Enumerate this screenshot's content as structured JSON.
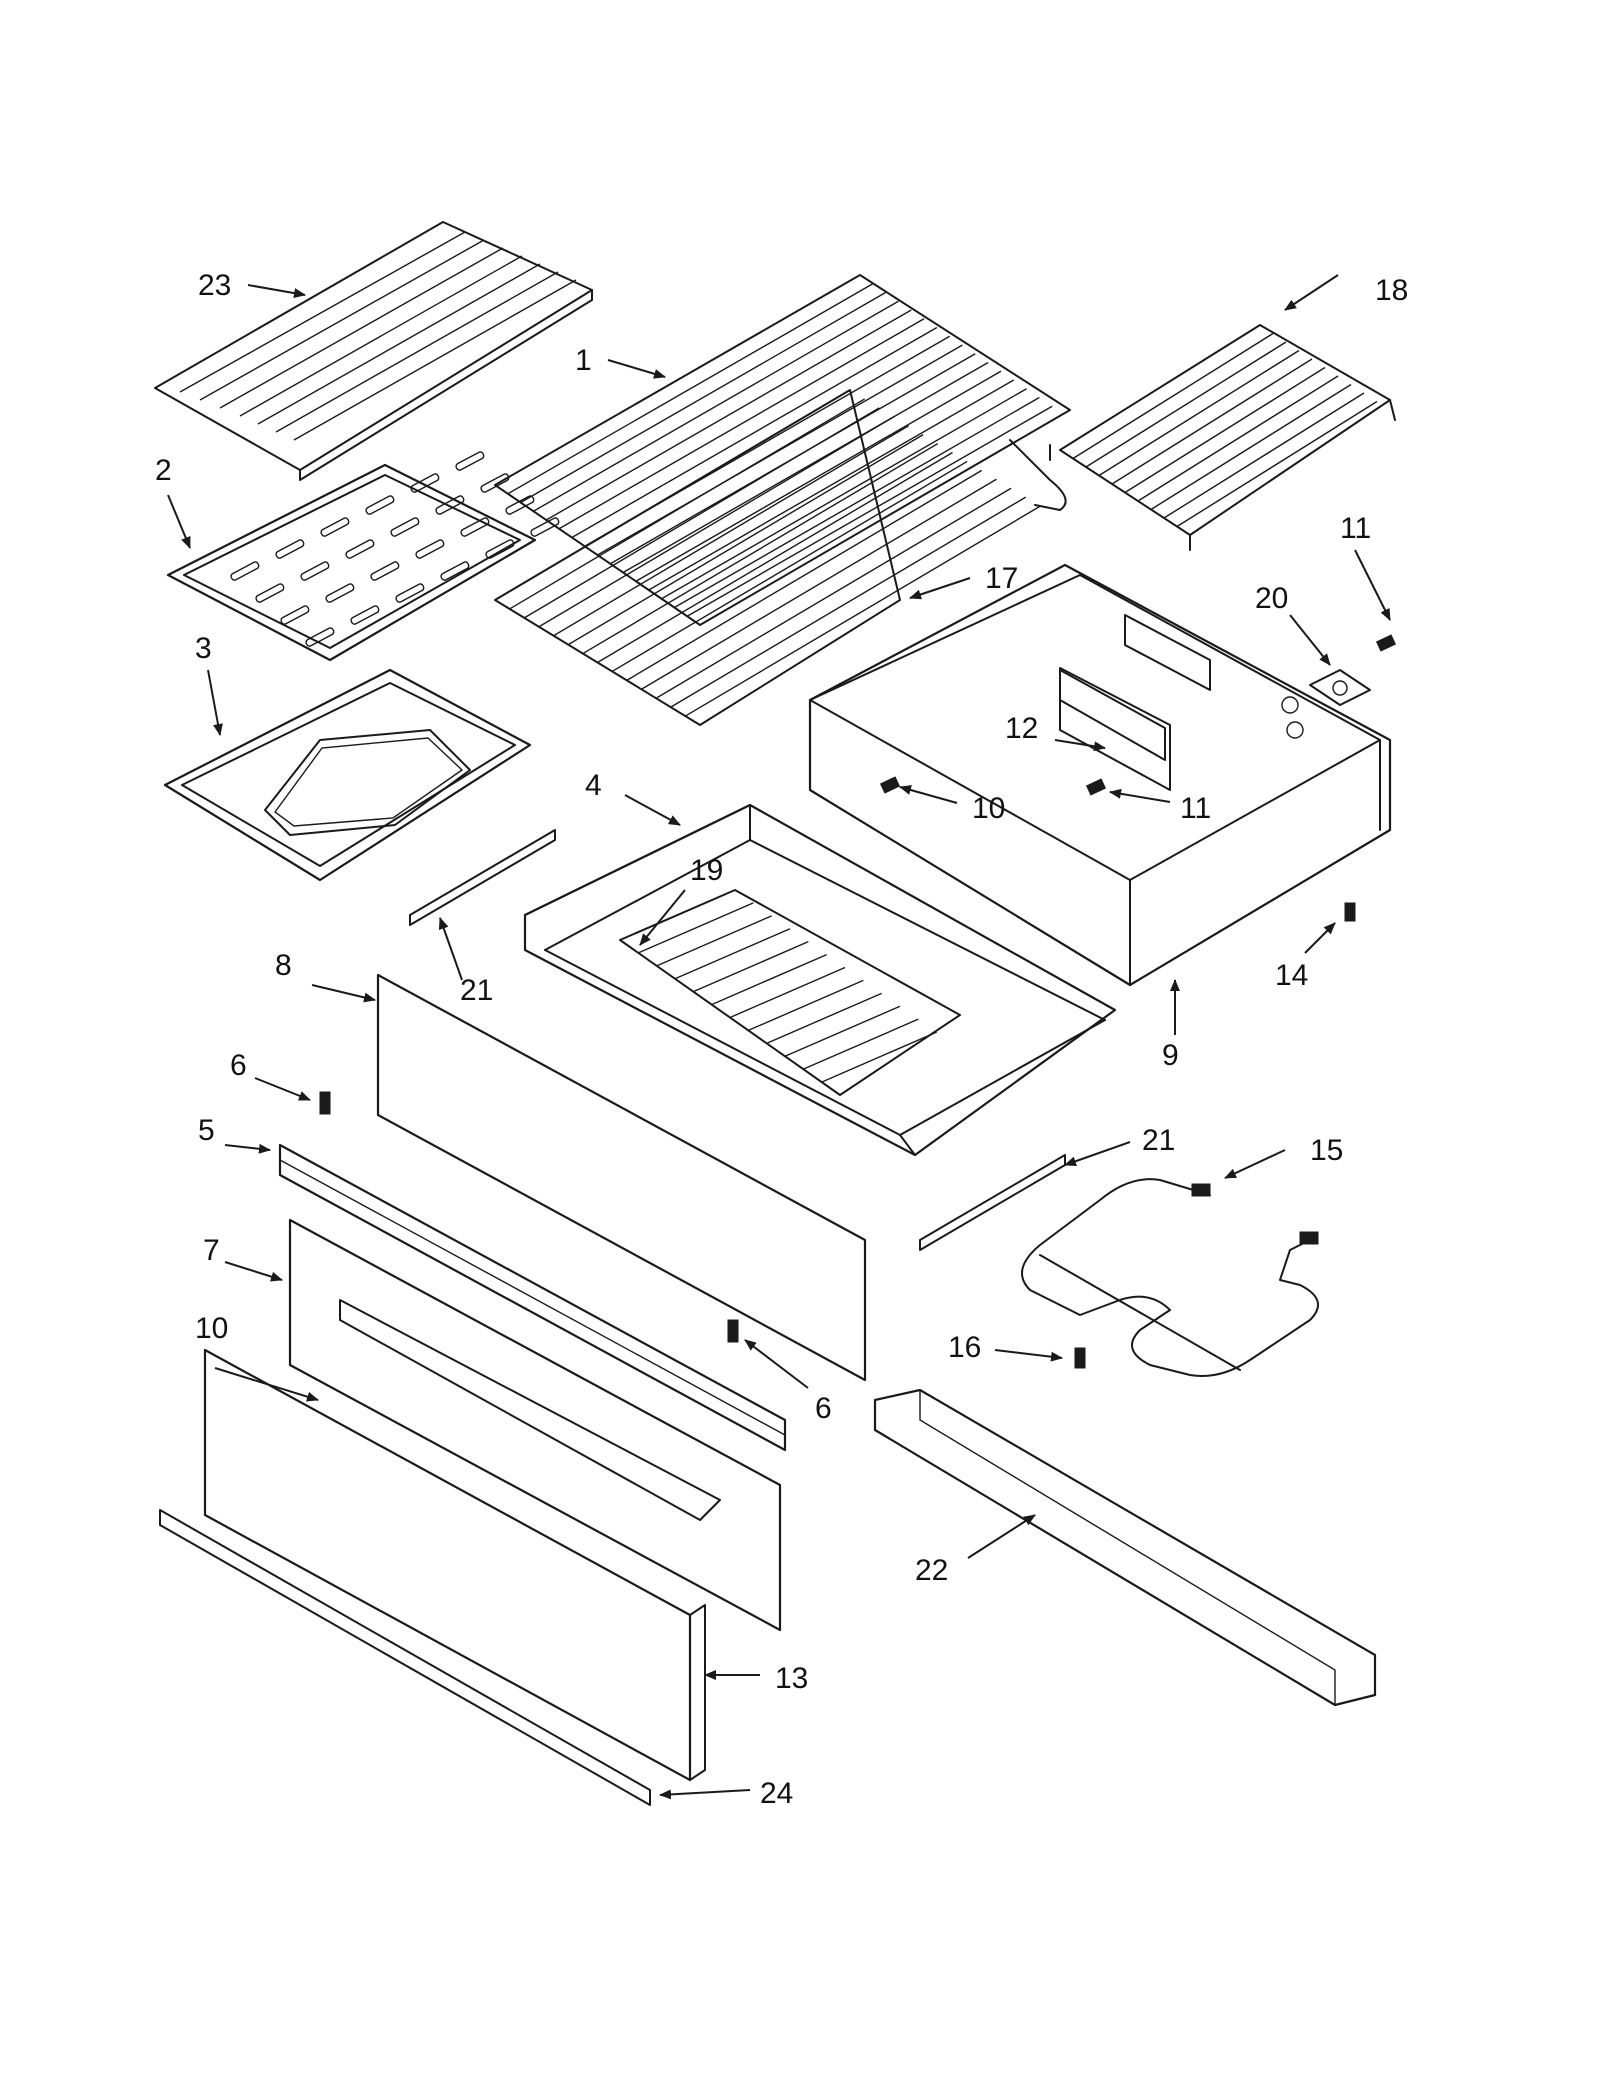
{
  "callouts": {
    "c1": "1",
    "c2": "2",
    "c3": "3",
    "c4": "4",
    "c5": "5",
    "c6a": "6",
    "c6b": "6",
    "c7": "7",
    "c8": "8",
    "c9": "9",
    "c10a": "10",
    "c10b": "10",
    "c11a": "11",
    "c11b": "11",
    "c12": "12",
    "c13": "13",
    "c14": "14",
    "c15": "15",
    "c16": "16",
    "c17": "17",
    "c18": "18",
    "c19": "19",
    "c20": "20",
    "c21a": "21",
    "c21b": "21",
    "c22": "22",
    "c23": "23",
    "c24": "24"
  },
  "colors": {
    "line": "#1a1a1a",
    "background": "#ffffff"
  }
}
